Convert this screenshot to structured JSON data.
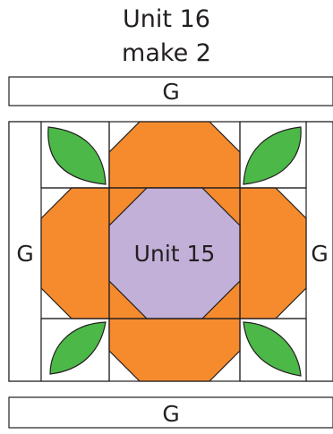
{
  "title": {
    "line1": "Unit 16",
    "line2": "make 2"
  },
  "strips": {
    "top_label": "G",
    "bottom_label": "G",
    "left_label": "G",
    "right_label": "G"
  },
  "center": {
    "label": "Unit 15"
  },
  "colors": {
    "orange": "#f68b2e",
    "purple": "#c2b0d8",
    "green": "#4cb848",
    "outline": "#231f20",
    "background": "#ffffff"
  }
}
